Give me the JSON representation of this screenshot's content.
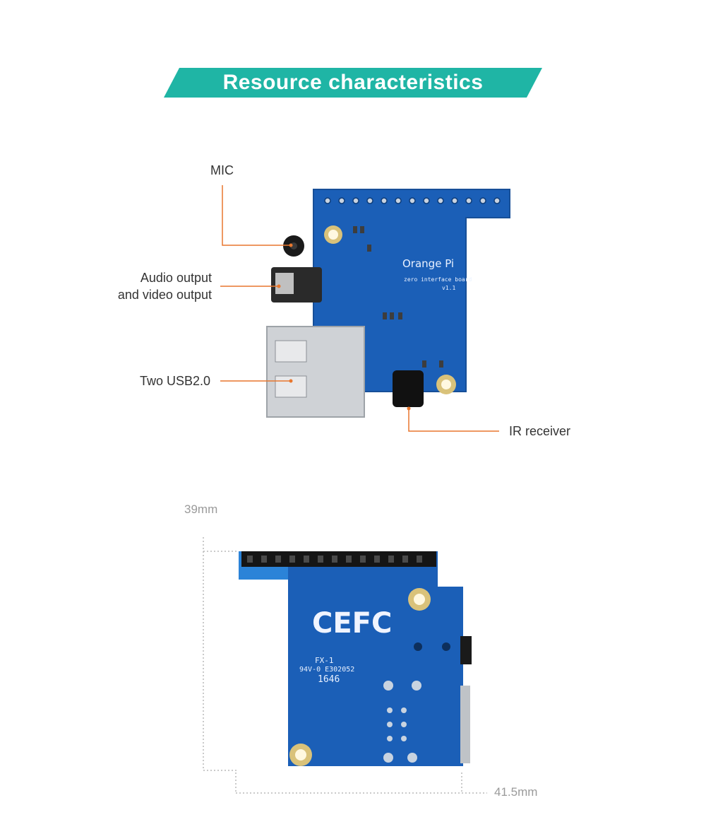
{
  "title": "Resource characteristics",
  "colors": {
    "banner": "#1fb5a5",
    "leader_line": "#e8772e",
    "board_blue": "#1b5fb7",
    "dimension_text": "#9a9a9a"
  },
  "top_board": {
    "silkscreen_brand": "Orange Pi",
    "silkscreen_product": "zero interface board",
    "silkscreen_version": "v1.1",
    "callouts": {
      "mic": "MIC",
      "audio_video_line1": "Audio output",
      "audio_video_line2": "and video output",
      "usb": "Two USB2.0",
      "ir": "IR receiver"
    }
  },
  "bottom_board": {
    "silkscreen_marks": "CEFC",
    "silkscreen_line1": "FX-1",
    "silkscreen_line2": "94V-0 E302052",
    "silkscreen_line3": "1646",
    "dimensions": {
      "height": "39mm",
      "width": "41.5mm"
    }
  }
}
